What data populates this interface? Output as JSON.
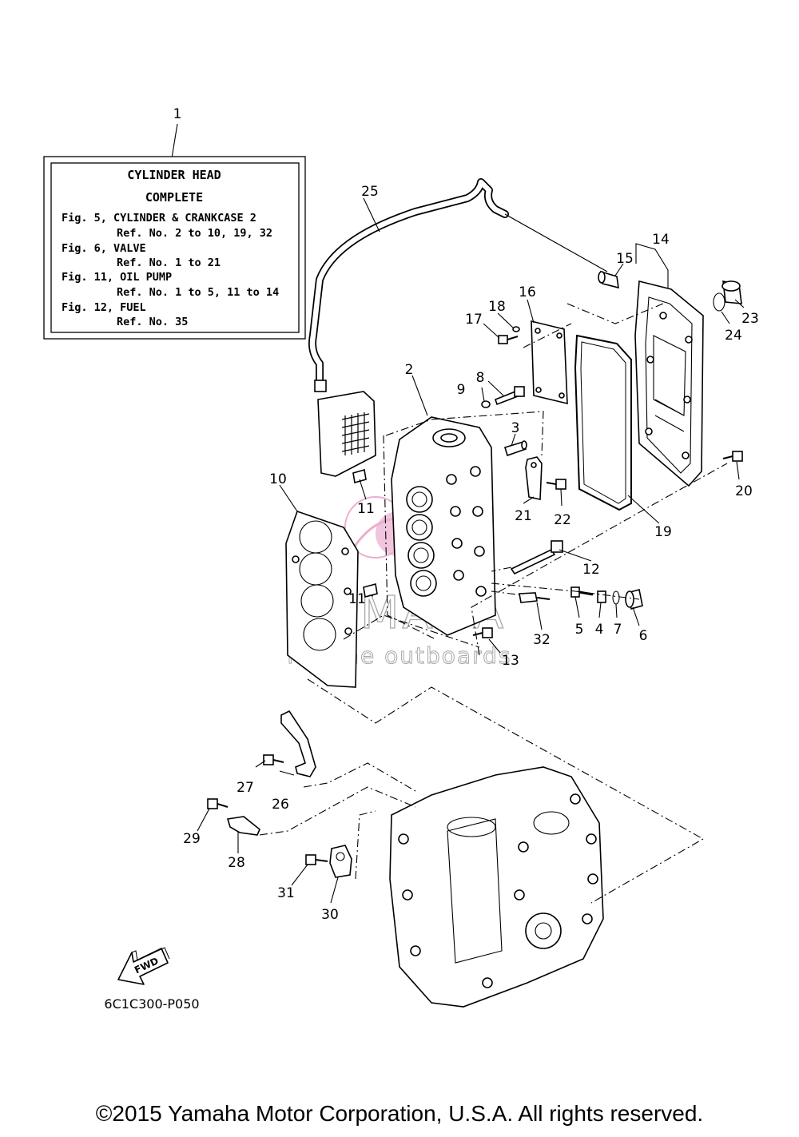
{
  "reference_box": {
    "callout": "1",
    "title_line1": "CYLINDER HEAD",
    "title_line2": "COMPLETE",
    "lines": [
      "Fig. 5, CYLINDER & CRANKCASE 2",
      "Ref. No. 2 to 10, 19, 32",
      "Fig. 6, VALVE",
      "Ref. No. 1 to 21",
      "Fig. 11, OIL PUMP",
      "Ref. No. 1 to 5, 11 to 14",
      "Fig. 12, FUEL",
      "Ref. No. 35"
    ]
  },
  "callouts": [
    "2",
    "3",
    "4",
    "5",
    "6",
    "7",
    "8",
    "9",
    "10",
    "11",
    "11",
    "12",
    "13",
    "14",
    "15",
    "16",
    "17",
    "18",
    "19",
    "20",
    "21",
    "22",
    "23",
    "24",
    "25",
    "26",
    "27",
    "28",
    "29",
    "30",
    "31",
    "32"
  ],
  "fwd_label": "FWD",
  "diagram_code": "6C1C300-P050",
  "watermark": {
    "brand": "ARMADA",
    "tagline": "marine outboards",
    "accent_color": "#e8a0c8"
  },
  "copyright": "©2015 Yamaha Motor Corporation, U.S.A. All rights reserved."
}
